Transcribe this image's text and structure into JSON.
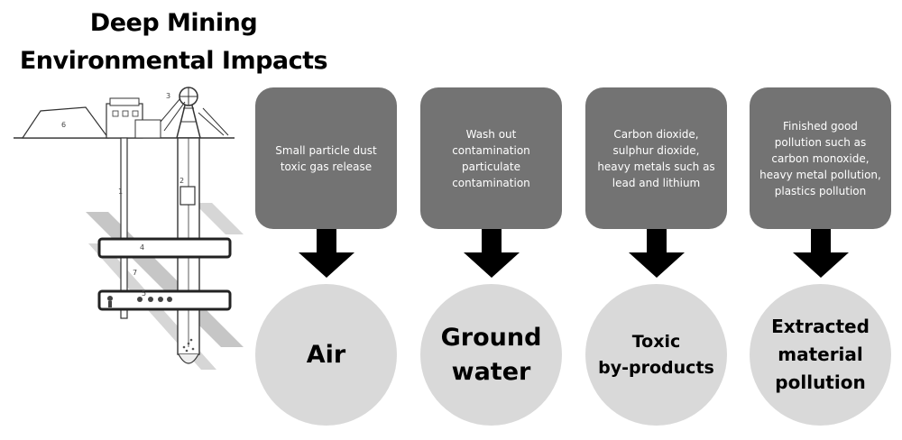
{
  "title": {
    "line1": "Deep Mining",
    "line2": "Environmental Impacts"
  },
  "illustration": {
    "name": "deep-mine-cross-section",
    "labels": [
      "1",
      "2",
      "3",
      "4",
      "5",
      "6",
      "7"
    ]
  },
  "impacts": [
    {
      "description": "Small particle dust\ntoxic gas release",
      "category": "Air"
    },
    {
      "description": "Wash out\ncontamination\nparticulate\ncontamination",
      "category": "Ground\nwater"
    },
    {
      "description": "Carbon dioxide,\nsulphur dioxide,\nheavy metals such as\nlead and lithium",
      "category": "Toxic\nby-products"
    },
    {
      "description": "Finished good\npollution such as\ncarbon monoxide,\nheavy metal pollution,\nplastics pollution",
      "category": "Extracted\nmaterial\npollution"
    }
  ],
  "colors": {
    "box": "#737373",
    "circle": "#d9d9d9",
    "arrow": "#000000",
    "text_on_box": "#ffffff"
  }
}
